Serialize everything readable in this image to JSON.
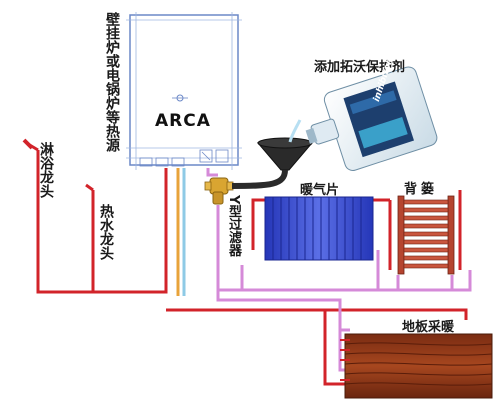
{
  "labels": {
    "boiler": "壁挂炉或电锅炉等热源",
    "brand": "ARCA",
    "inhibitor": "添加拓沃保护剂",
    "bottle_brand": "inhibitor",
    "radiator": "暖气片",
    "towel_rack": "背篓",
    "filter": "Y型过滤器",
    "shower": "淋浴龙头",
    "hot_water_tap": "热水龙头",
    "floor_heating": "地板采暖"
  },
  "colors": {
    "hot_pipe": "#d2232a",
    "return_pipe": "#d58ad8",
    "cold_pipe": "#8ecae6",
    "gas_pipe": "#e8a33a",
    "radiator": "#3b4fd0",
    "towel_rack": "#b5442f",
    "floor": "#9c3f1e",
    "bottle": "#e6f1f7",
    "funnel": "#2a2a2a"
  }
}
